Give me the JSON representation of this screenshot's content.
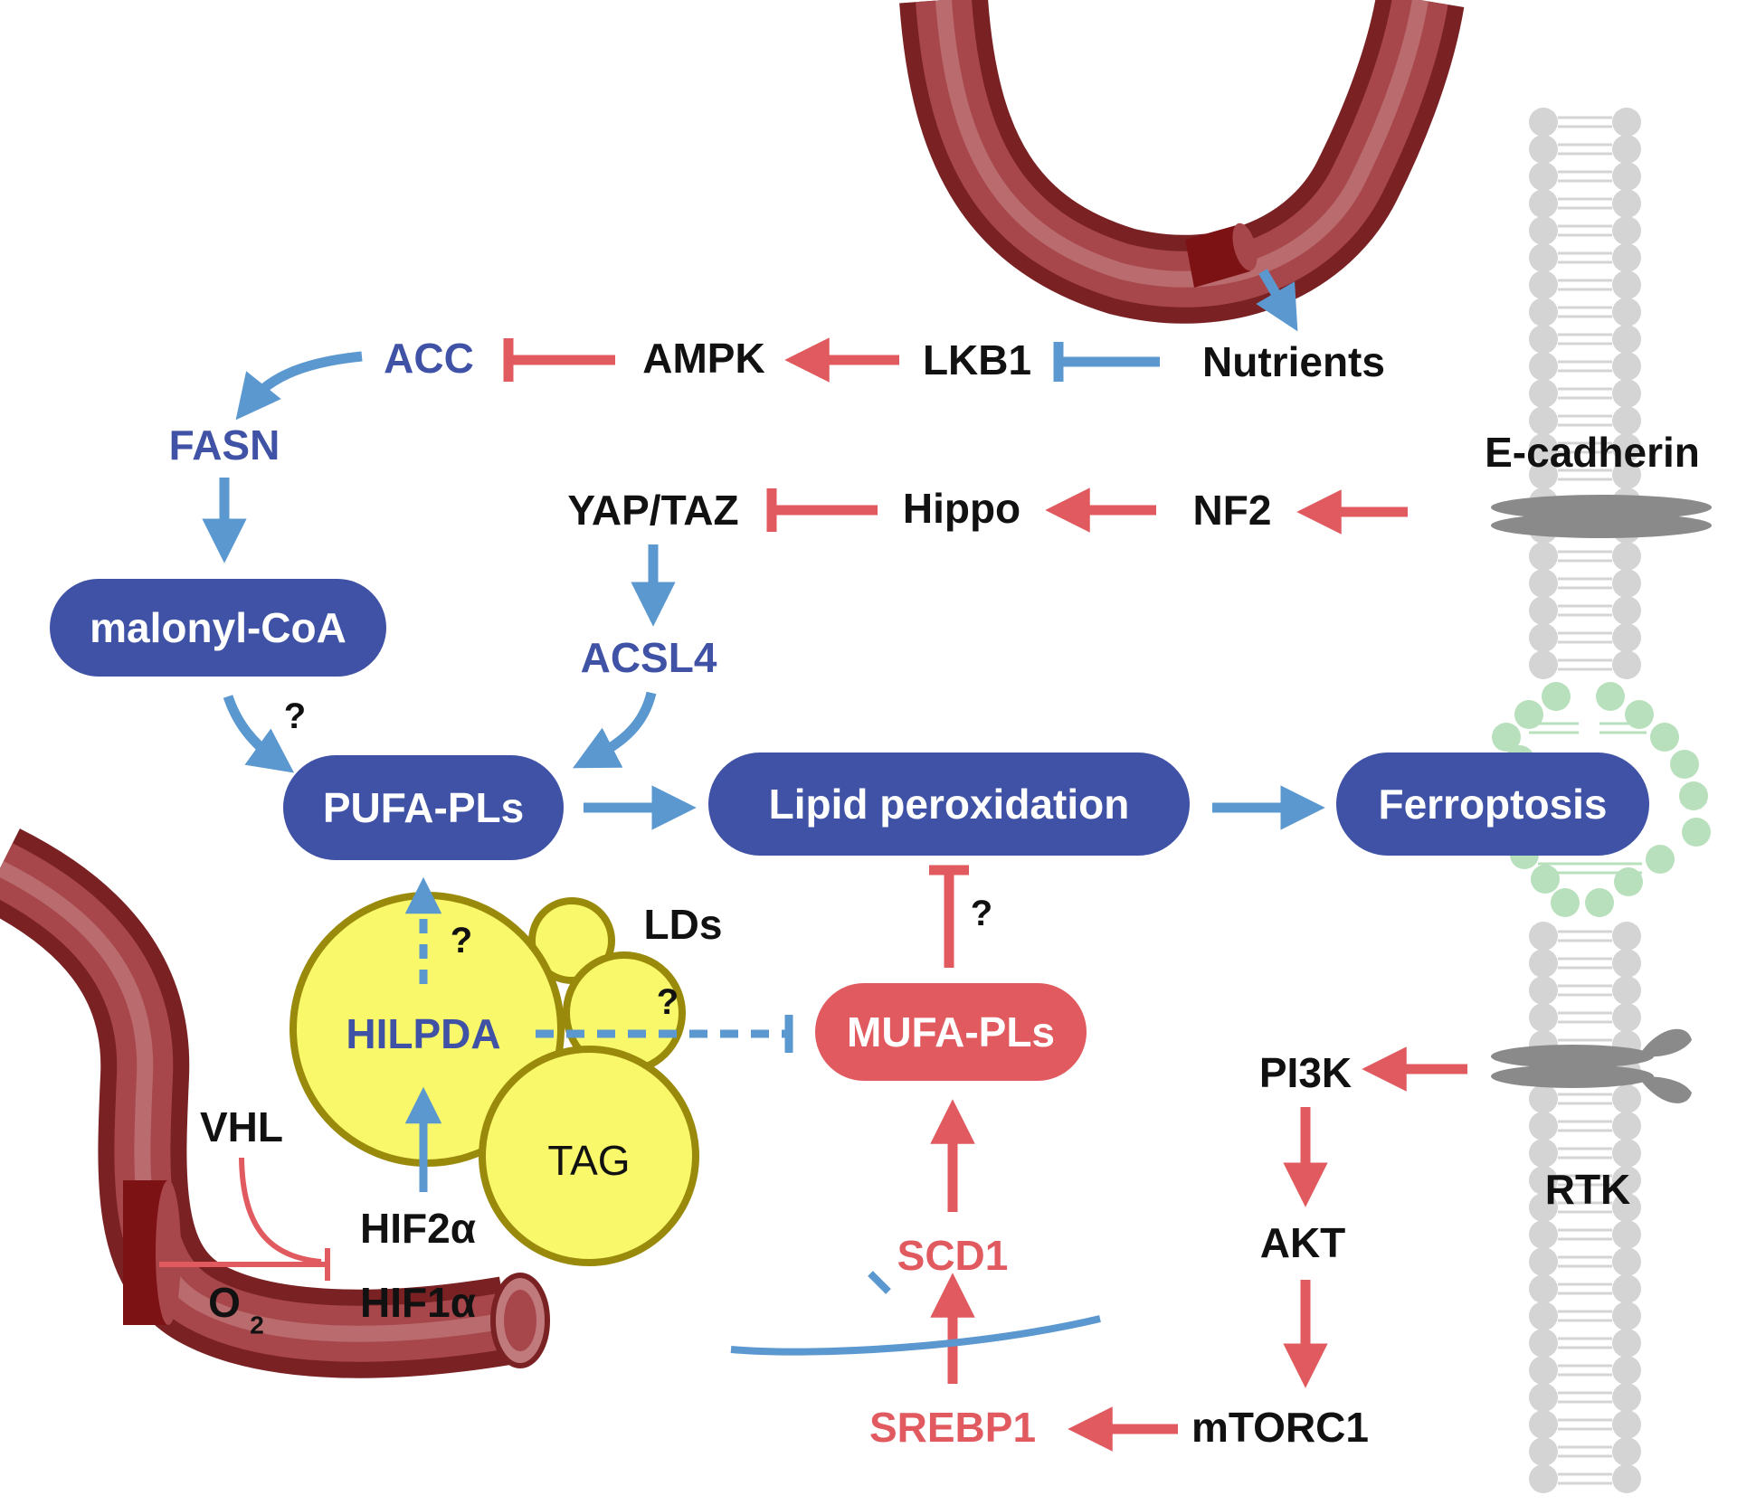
{
  "colors": {
    "blue_node": "#3f52a5",
    "red_node": "#e05a5f",
    "blue_arrow": "#5b98cf",
    "red_arrow": "#e05a5f",
    "blue_text": "#3f52a5",
    "red_text": "#e05a5f",
    "black_text": "#111111",
    "vessel": "#8e2a2c",
    "lipid_droplet_fill": "#f8f86a",
    "lipid_droplet_stroke": "#9a8a0c",
    "membrane": "#d4d4d4",
    "membrane_pore": "#b9e0bd",
    "protein": "#8a8a8a"
  },
  "labels": {
    "nutrients": "Nutrients",
    "lkb1": "LKB1",
    "ampk": "AMPK",
    "acc": "ACC",
    "fasn": "FASN",
    "malonyl_coa": "malonyl-CoA",
    "yap_taz": "YAP/TAZ",
    "hippo": "Hippo",
    "nf2": "NF2",
    "e_cadherin": "E-cadherin",
    "acsl4": "ACSL4",
    "pufa_pls": "PUFA-PLs",
    "lipid_peroxidation": "Lipid peroxidation",
    "ferroptosis": "Ferroptosis",
    "lds": "LDs",
    "hilpda": "HILPDA",
    "tag": "TAG",
    "mufa_pls": "MUFA-PLs",
    "vhl": "VHL",
    "hif2a": "HIF2α",
    "hif1a": "HIF1α",
    "o2": "O",
    "o2_sub": "2",
    "scd1": "SCD1",
    "srebp1": "SREBP1",
    "mtorc1": "mTORC1",
    "pi3k": "PI3K",
    "akt": "AKT",
    "rtk": "RTK",
    "question": "?"
  }
}
